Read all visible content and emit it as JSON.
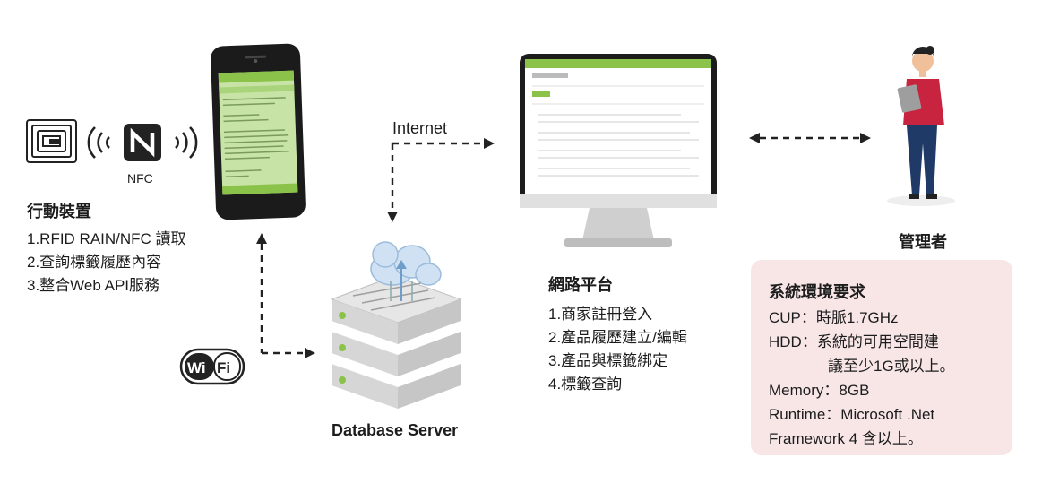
{
  "labels": {
    "nfc": "NFC",
    "internet": "Internet",
    "database_server": "Database Server",
    "admin": "管理者",
    "wifi_logo_text": "WiFi"
  },
  "mobile": {
    "title": "行動裝置",
    "items": [
      "1.RFID RAIN/NFC 讀取",
      "2.查詢標籤履歷內容",
      "3.整合Web API服務"
    ]
  },
  "platform": {
    "title": "網路平台",
    "items": [
      "1.商家註冊登入",
      "2.產品履歷建立/編輯",
      "3.產品與標籤綁定",
      "4.標籤查詢"
    ]
  },
  "system": {
    "title": "系統環境要求",
    "cup": "CUP：時脈1.7GHz",
    "hdd_1": "HDD：系統的可用空間建",
    "hdd_2": "議至少1G或以上。",
    "memory": "Memory：8GB",
    "runtime": "Runtime：Microsoft .Net",
    "framework": "Framework 4 含以上。"
  },
  "colors": {
    "phone_screen": "#c8e3a6",
    "phone_header": "#8bc34a",
    "sys_box_bg": "#f8e6e7",
    "admin_shirt": "#c8243f",
    "admin_pants": "#1f3a66",
    "cloud": "#cfe1f3"
  }
}
